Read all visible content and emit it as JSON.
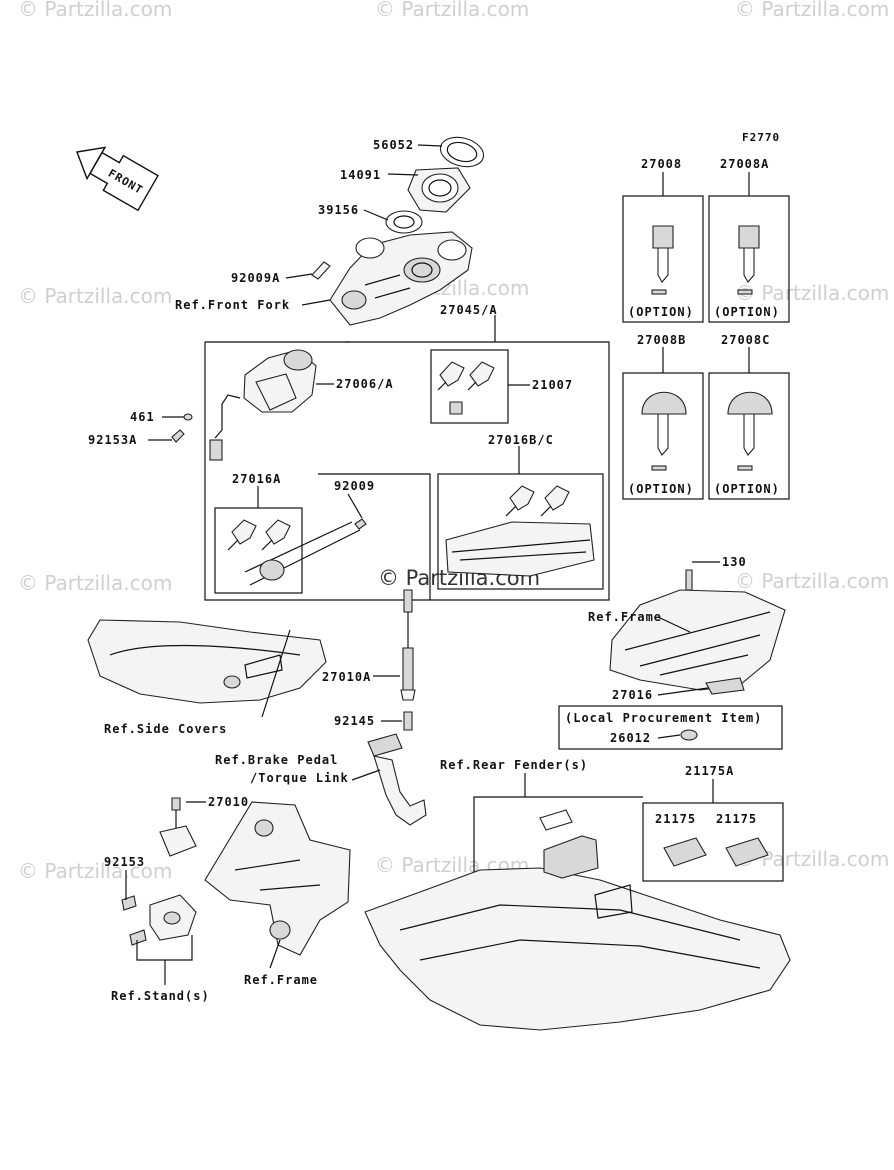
{
  "figure_code": "F2770",
  "front_arrow_label": "FRONT",
  "watermark": "© Partzilla.com",
  "center_watermark": "© Partzilla.com",
  "callouts": {
    "p56052": "56052",
    "p14091": "14091",
    "p39156": "39156",
    "p92009A": "92009A",
    "ref_front_fork": "Ref.Front Fork",
    "p27045": "27045/A",
    "p21007": "21007",
    "p27006": "27006/A",
    "p461": "461",
    "p92153A": "92153A",
    "p27016BC": "27016B/C",
    "p27016A": "27016A",
    "p92009": "92009",
    "p27008": "27008",
    "p27008A": "27008A",
    "p27008B": "27008B",
    "p27008C": "27008C",
    "option1": "(OPTION)",
    "option2": "(OPTION)",
    "option3": "(OPTION)",
    "option4": "(OPTION)",
    "p130": "130",
    "ref_frame_top": "Ref.Frame",
    "p27016": "27016",
    "local_procurement": "(Local Procurement Item)",
    "p26012": "26012",
    "p27010A": "27010A",
    "p92145": "92145",
    "ref_side_covers": "Ref.Side Covers",
    "ref_brake_pedal": "Ref.Brake Pedal",
    "torque_link": "/Torque Link",
    "ref_rear_fender": "Ref.Rear Fender(s)",
    "p21175A": "21175A",
    "p21175a": "21175",
    "p21175b": "21175",
    "p27010": "27010",
    "p92153": "92153",
    "ref_frame_bottom": "Ref.Frame",
    "ref_stands": "Ref.Stand(s)"
  }
}
